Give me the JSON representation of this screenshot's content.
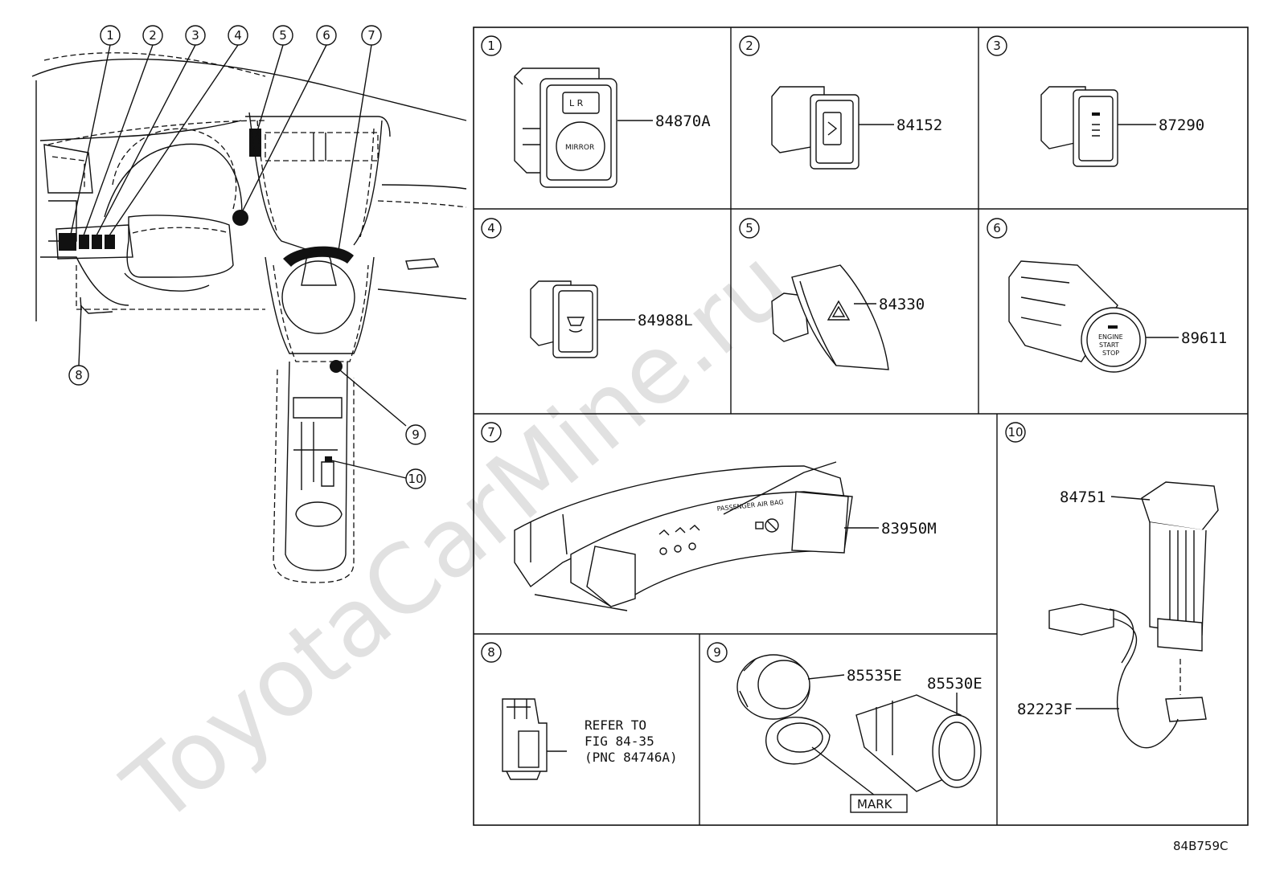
{
  "overview": {
    "callouts": [
      "1",
      "2",
      "3",
      "4",
      "5",
      "6",
      "7",
      "8",
      "9",
      "10"
    ]
  },
  "panels": [
    {
      "num": "1",
      "parts": [
        {
          "pnc": "84870A"
        }
      ],
      "labels": [
        "L R",
        "MIRROR"
      ]
    },
    {
      "num": "2",
      "parts": [
        {
          "pnc": "84152"
        }
      ]
    },
    {
      "num": "3",
      "parts": [
        {
          "pnc": "87290"
        }
      ]
    },
    {
      "num": "4",
      "parts": [
        {
          "pnc": "84988L"
        }
      ]
    },
    {
      "num": "5",
      "parts": [
        {
          "pnc": "84330"
        }
      ]
    },
    {
      "num": "6",
      "parts": [
        {
          "pnc": "89611"
        }
      ],
      "labels": [
        "ENGINE",
        "START",
        "STOP"
      ]
    },
    {
      "num": "7",
      "parts": [
        {
          "pnc": "83950M"
        }
      ],
      "labels": [
        "PASSENGER AIR BAG"
      ]
    },
    {
      "num": "8",
      "note": [
        "REFER TO",
        "FIG 84-35",
        "(PNC 84746A)"
      ]
    },
    {
      "num": "9",
      "parts": [
        {
          "pnc": "85535E"
        },
        {
          "pnc": "85530E"
        }
      ],
      "mark": "MARK"
    },
    {
      "num": "10",
      "parts": [
        {
          "pnc": "84751"
        },
        {
          "pnc": "82223F"
        }
      ]
    }
  ],
  "figure_code": "84B759C",
  "watermark": "ToyotaCarMine.ru"
}
